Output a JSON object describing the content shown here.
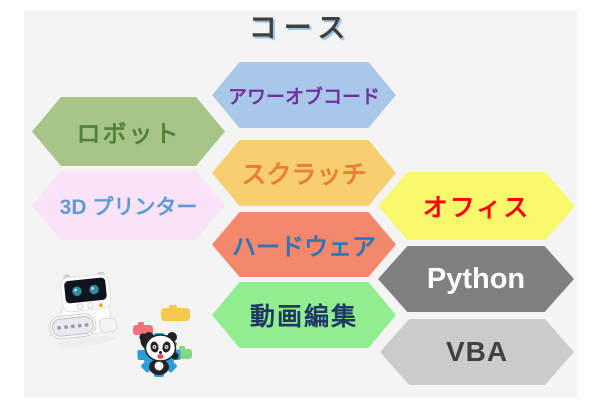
{
  "title": {
    "text": "コース",
    "color": "#404040",
    "shadow_color": "#9dc3e6"
  },
  "panel": {
    "background": "#f4f4f4"
  },
  "courses": [
    {
      "id": "hour-of-code",
      "label": "アワーオブコード",
      "fill": "#a9c7e8",
      "text_color": "#7030a0"
    },
    {
      "id": "robot",
      "label": "ロボット",
      "fill": "#a8c589",
      "text_color": "#538135"
    },
    {
      "id": "scratch",
      "label": "スクラッチ",
      "fill": "#f7cf70",
      "text_color": "#ed7d31"
    },
    {
      "id": "3d-printer",
      "label": "3D プリンター",
      "fill": "#fae3f8",
      "text_color": "#5b9bd5"
    },
    {
      "id": "hardware",
      "label": "ハードウェア",
      "fill": "#f4876c",
      "text_color": "#2e75b6"
    },
    {
      "id": "office",
      "label": "オフィス",
      "fill": "#faf96e",
      "text_color": "#fe0000"
    },
    {
      "id": "video-editing",
      "label": "動画編集",
      "fill": "#90ee90",
      "text_color": "#1f3864"
    },
    {
      "id": "python",
      "label": "Python",
      "fill": "#808080",
      "text_color": "#ffffff"
    },
    {
      "id": "vba",
      "label": "VBA",
      "fill": "#cbcbcb",
      "text_color": "#404040"
    }
  ],
  "images": {
    "robot_alt": "codey-rocky-robot",
    "panda_alt": "panda-gear-mascot-with-scratch-blocks"
  }
}
